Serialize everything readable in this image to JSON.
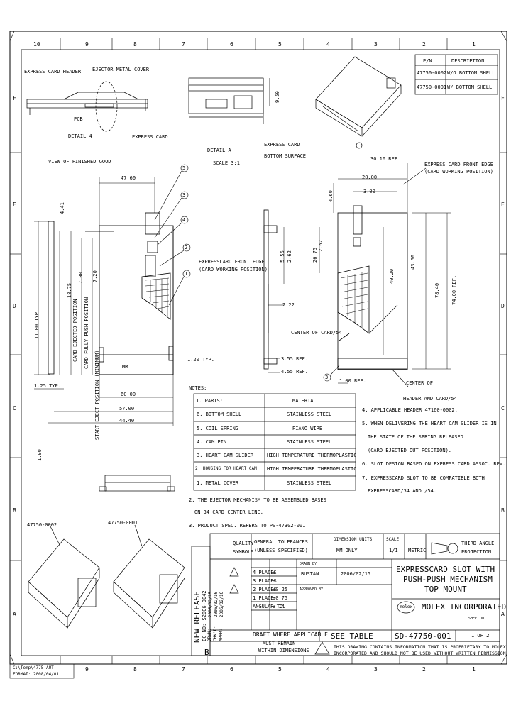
{
  "zones": {
    "cols_top": [
      "10",
      "9",
      "8",
      "7",
      "6",
      "5",
      "4",
      "3",
      "2",
      "1"
    ],
    "cols_bottom": [
      "9",
      "8",
      "7",
      "6",
      "5",
      "4",
      "3",
      "2",
      "1"
    ],
    "rows_left": [
      "F",
      "E",
      "D",
      "C",
      "B",
      "A"
    ],
    "rows_right": [
      "F",
      "E",
      "D",
      "C",
      "B",
      "A"
    ]
  },
  "pn_table": {
    "headers": [
      "P/N",
      "DESCRIPTION"
    ],
    "rows": [
      [
        "47750-0002",
        "W/O BOTTOM SHELL"
      ],
      [
        "47750-0001",
        "W/ BOTTOM SHELL"
      ]
    ]
  },
  "detail_views": {
    "express_card_header": "EXPRESS CARD HEADER",
    "ejector_metal_cover": "EJECTOR METAL COVER",
    "pcb": "PCB",
    "detail_4": "DETAIL 4",
    "express_card": "EXPRESS CARD",
    "detail_a": "DETAIL A",
    "scale": "SCALE 3:1",
    "express_card_bottom": "EXPRESS CARD",
    "bottom_surface": "BOTTOM SURFACE",
    "view_of_finished": "VIEW OF FINISHED GOOD"
  },
  "callouts": [
    "5",
    "3",
    "4",
    "2",
    "1",
    "3"
  ],
  "dims": {
    "d1": "47.60",
    "d2": "4.41",
    "d3": "7.00",
    "d4": "7.20",
    "d5": "5.55",
    "d6": "9.50",
    "d7": "2.62",
    "d8": "2.22",
    "d9": "1.90",
    "d10": "3.55 REF.",
    "d11": "4.55 REF.",
    "d12": "1.00 REF.",
    "d13": "30.10 REF.",
    "d14": "40.20",
    "d15": "43.60",
    "d16": "20.00",
    "d17": "2.62",
    "d18": "3.00",
    "d19": "26.75",
    "d20": "78.40",
    "d21": "74.00 REF.",
    "d22": "11.00 TYP.",
    "d23": "1.25 TYP.",
    "d24": "1.20 TYP.",
    "d25": "57.00",
    "d26": "4.60",
    "d27": "44.40",
    "d28": "18.75",
    "d29": "60.00"
  },
  "vertical_notes": {
    "eject": "CARD EJECTED POSITION",
    "push": "CARD FULLY PUSH POSITION",
    "start": "START EJECT POSITION (MINIMUM)"
  },
  "view_labels": {
    "front_edge_1": "EXPRESSCARD FRONT EDGE",
    "front_edge_2": "(CARD WORKING POSITION)",
    "front_edge_r1": "EXPRESS CARD FRONT EDGE",
    "front_edge_r2": "(CARD WORKING POSITION)",
    "center_card": "CENTER OF CARD/54",
    "center_of": "CENTER OF",
    "header_card": "HEADER AND CARD/54",
    "mm": "MM"
  },
  "notes": {
    "title": "NOTES:",
    "n1": "1. PARTS:",
    "parts_header": [
      "PARTS",
      "MATERIAL"
    ],
    "parts": [
      [
        "6. BOTTOM SHELL",
        "STAINLESS STEEL"
      ],
      [
        "5. COIL SPRING",
        "PIANO WIRE"
      ],
      [
        "4. CAM PIN",
        "STAINLESS STEEL"
      ],
      [
        "3. HEART CAM SLIDER",
        "HIGH TEMPERATURE THERMOPLASTIC"
      ],
      [
        "2. HOUSING FOR HEART CAM",
        "HIGH TEMPERATURE THERMOPLASTIC"
      ],
      [
        "1. METAL COVER",
        "STAINLESS STEEL"
      ]
    ],
    "n2a": "2. THE EJECTOR MECHANISM TO BE ASSEMBLED BASES",
    "n2b": "ON 34 CARD CENTER LINE.",
    "n3": "3. PRODUCT SPEC. REFERS TO PS-47302-001",
    "n4": "4. APPLICABLE HEADER 47160-0002.",
    "n5a": "5. WHEN DELIVERING THE HEART CAM SLIDER IS IN",
    "n5b": "THE STATE OF THE SPRING RELEASED.",
    "n5c": "(CARD EJECTED OUT POSITION).",
    "n6": "6. SLOT DESIGN BASED ON EXPRESS CARD ASSOC. REV.",
    "n7a": "7. EXPRESSCARD SLOT TO BE COMPATIBLE BOTH",
    "n7b": "EXPRESSCARD/34 AND /54."
  },
  "iso_labels": [
    "47750-0002",
    "47750-0001"
  ],
  "revision": {
    "release": "NEW RELEASE",
    "ecn": "EC NO: S2006-0042",
    "drwn": "DRWN:",
    "chk": "CHK'D:",
    "appr": "APPR:",
    "date1": "2006/02/15",
    "date2": "2006/02/16",
    "date3": "2006/02/16",
    "rev": "B"
  },
  "title_block": {
    "quality": "QUALITY",
    "symbols": "SYMBOLS",
    "gen_tol": "GENERAL TOLERANCES",
    "unless": "(UNLESS SPECIFIED)",
    "dim_units": "DIMENSION UNITS",
    "mm_only": "MM ONLY",
    "scale_label": "SCALE",
    "scale_val": "1/1",
    "metric": "METRIC",
    "third_angle_1": "THIRD ANGLE",
    "third_angle_2": "PROJECTION",
    "tol_rows": [
      [
        "4 PLACES",
        "±"
      ],
      [
        "3 PLACES",
        "±"
      ],
      [
        "2 PLACES",
        "±0.25"
      ],
      [
        "1 PLACE",
        "±0.75"
      ],
      [
        "ANGULAR TOL",
        "± 1°"
      ]
    ],
    "drawn": "DRAWN BY",
    "drawn_name": "BUSTAN",
    "drawn_date": "2006/02/15",
    "approved": "APPROVED BY",
    "product_name_1": "EXPRESSCARD SLOT WITH",
    "product_name_2": "PUSH-PUSH MECHANISM",
    "product_name_3": "TOP MOUNT",
    "molex": "molex",
    "company": "MOLEX INCORPORATED",
    "draft": "DRAFT WHERE APPLICABLE",
    "draft2": "MUST REMAIN",
    "draft3": "WITHIN DIMENSIONS",
    "material": "SEE TABLE",
    "doc_no": "SD-47750-001",
    "sheet_label": "SHEET NO.",
    "sheet": "1 OF 2",
    "prop1": "THIS DRAWING CONTAINS INFORMATION THAT IS PROPRIETARY TO MOLEX",
    "prop2": "INCORPORATED AND SHOULD NOT BE USED WITHOUT WRITTEN PERMISSION"
  },
  "footer": {
    "f1": "C:\\Temp\\4775_AUT",
    "f2": "FORMAT: 2008/04/01"
  }
}
